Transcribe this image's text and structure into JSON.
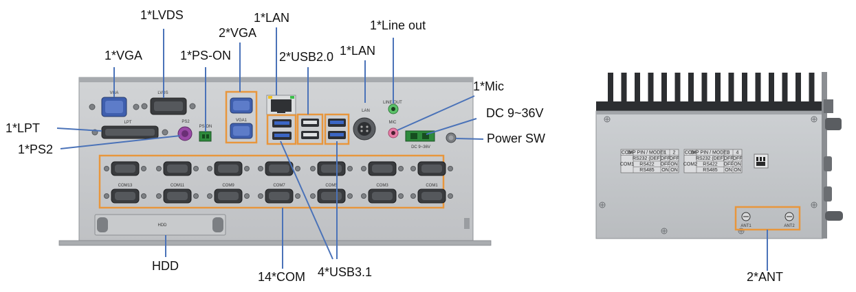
{
  "colors": {
    "leader": "#4a72b8",
    "highlight": "#e8963c",
    "chassis": "#c6c8cb",
    "chassis_dark": "#9a9da1"
  },
  "callouts": {
    "lvds": "1*LVDS",
    "vga1": "1*VGA",
    "vga2": "2*VGA",
    "lan_top": "1*LAN",
    "ps_on": "1*PS-ON",
    "usb2": "2*USB2.0",
    "lan_mid": "1*LAN",
    "line_out": "1*Line out",
    "mic": "1*Mic",
    "dc": "DC 9~36V",
    "power_sw": "Power SW",
    "lpt": "1*LPT",
    "ps2": "1*PS2",
    "hdd": "HDD",
    "com": "14*COM",
    "usb3": "4*USB3.1",
    "ant": "2*ANT"
  },
  "panel_labels": {
    "vga": "VGA",
    "lvds": "LVDS",
    "lpt": "LPT",
    "ps2": "PS2",
    "ps_on": "PS ON",
    "vga1": "VGA1",
    "lan": "LAN",
    "line_out": "LINE OUT",
    "mic": "MIC",
    "dc": "DC 9~36V",
    "hdd": "HDD",
    "ant1": "ANT1",
    "ant2": "ANT2",
    "com_row2": [
      "COM13",
      "COM11",
      "COM9",
      "COM7",
      "COM5",
      "COM3",
      "COM1"
    ]
  },
  "dip_table": {
    "left": {
      "header": [
        "COM",
        "DIP PIN / MODEL",
        "1",
        "2"
      ],
      "com": "COM1",
      "rows": [
        [
          "RS232 (DEF)",
          "OFF",
          "OFF"
        ],
        [
          "RS422",
          "OFF",
          "ON"
        ],
        [
          "RS485",
          "ON",
          "ON"
        ]
      ]
    },
    "right": {
      "header": [
        "COM",
        "DIP PIN / MODEL",
        "3",
        "4"
      ],
      "com": "COM2",
      "rows": [
        [
          "RS232 (DEF)",
          "OFF",
          "OFF"
        ],
        [
          "RS422",
          "OFF",
          "ON"
        ],
        [
          "RS485",
          "ON",
          "ON"
        ]
      ]
    }
  }
}
